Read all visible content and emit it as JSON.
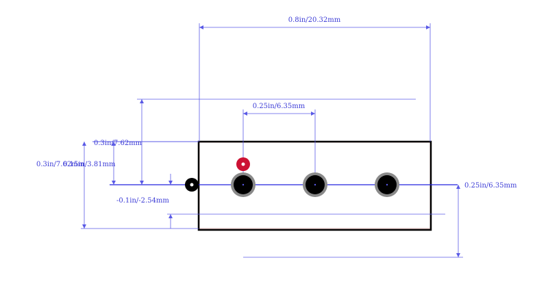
{
  "colors": {
    "dimension": "#5a5ae6",
    "dimension_text": "#3b3bd6",
    "outline": "#000000",
    "outline_inner": "#c8a0a0",
    "pad_ring": "#8a8a8a",
    "pad_hole": "#000000",
    "pin1_marker": "#cc1133",
    "centerline": "#2222dd"
  },
  "dimensions": {
    "overall_width": "0.8in/20.32mm",
    "pin_pitch": "0.25in/6.35mm",
    "height_top_left": "0.3in/7.62mm",
    "height_total_left": "0.3in/7.62mm",
    "half_height": "0.15in/3.81mm",
    "offset_negative": "-0.1in/-2.54mm",
    "right_offset": "0.25in/6.35mm"
  },
  "component": {
    "pad_count": 3,
    "has_pin1_marker": true,
    "has_origin_marker": true
  }
}
